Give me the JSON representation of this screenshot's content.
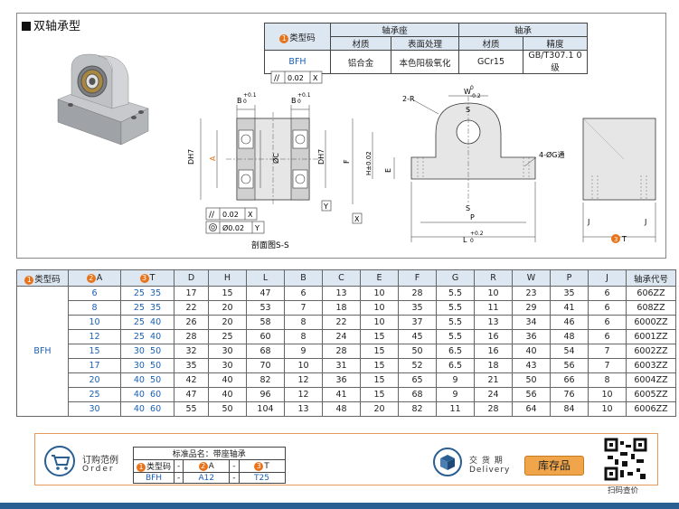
{
  "title": "双轴承型",
  "badges": {
    "one": "1",
    "two": "2",
    "three": "3"
  },
  "spec": {
    "type_code_label": "类型码",
    "housing": "轴承座",
    "bearing": "轴承",
    "material": "材质",
    "surface": "表面处理",
    "precision": "精度",
    "type_value": "BFH",
    "housing_material": "铝合金",
    "surface_value": "本色阳极氧化",
    "bearing_material": "GCr15",
    "precision_value": "GB/T307.1 0级"
  },
  "drawing": {
    "tol_flat": "0.02",
    "tol_perp": "0.02",
    "tol_conc": "Ø0.02",
    "datum_x": "X",
    "datum_y": "Y",
    "b_tol": "+0.1",
    "b_tol_zero": "0",
    "b_label": "B",
    "d_h7": "DH7",
    "dim_c": "ØC",
    "dim_a": "A",
    "section_label": "剖面图S-S",
    "r_label": "2-R",
    "w_label": "W",
    "w_tol": "-0.2",
    "w_tol_zero": "0",
    "s_label": "S",
    "g_label": "4-ØG通",
    "f_label": "F",
    "h_label": "H±0.02",
    "e_label": "E",
    "p_label": "P",
    "l_label": "L",
    "l_tol": "+0.2",
    "l_tol_zero": "0",
    "j_label": "J",
    "t_label": "T"
  },
  "table": {
    "headers": [
      "类型码",
      "A",
      "T",
      "D",
      "H",
      "L",
      "B",
      "C",
      "E",
      "F",
      "G",
      "R",
      "W",
      "P",
      "J",
      "轴承代号"
    ],
    "type_value": "BFH",
    "rows": [
      [
        "6",
        "25  35",
        "17",
        "15",
        "47",
        "6",
        "13",
        "10",
        "28",
        "5.5",
        "10",
        "23",
        "35",
        "6",
        "606ZZ"
      ],
      [
        "8",
        "25  35",
        "22",
        "20",
        "53",
        "7",
        "18",
        "10",
        "35",
        "5.5",
        "11",
        "29",
        "41",
        "6",
        "608ZZ"
      ],
      [
        "10",
        "25  40",
        "26",
        "20",
        "58",
        "8",
        "22",
        "10",
        "37",
        "5.5",
        "13",
        "34",
        "46",
        "6",
        "6000ZZ"
      ],
      [
        "12",
        "25  40",
        "28",
        "25",
        "60",
        "8",
        "24",
        "15",
        "45",
        "5.5",
        "16",
        "36",
        "48",
        "6",
        "6001ZZ"
      ],
      [
        "15",
        "30  50",
        "32",
        "30",
        "68",
        "9",
        "28",
        "15",
        "50",
        "6.5",
        "16",
        "40",
        "54",
        "7",
        "6002ZZ"
      ],
      [
        "17",
        "30  50",
        "35",
        "30",
        "70",
        "10",
        "31",
        "15",
        "52",
        "6.5",
        "18",
        "43",
        "56",
        "7",
        "6003ZZ"
      ],
      [
        "20",
        "40  50",
        "42",
        "40",
        "82",
        "12",
        "36",
        "15",
        "65",
        "9",
        "21",
        "50",
        "66",
        "8",
        "6004ZZ"
      ],
      [
        "25",
        "40  60",
        "47",
        "40",
        "96",
        "12",
        "41",
        "15",
        "68",
        "9",
        "24",
        "56",
        "76",
        "10",
        "6005ZZ"
      ],
      [
        "30",
        "40  60",
        "55",
        "50",
        "104",
        "13",
        "48",
        "20",
        "82",
        "11",
        "28",
        "64",
        "84",
        "10",
        "6006ZZ"
      ]
    ]
  },
  "order": {
    "title_cn": "订购范例",
    "title_en": "Order",
    "std_name": "标准品名：带座轴承",
    "type_label": "类型码",
    "a_label": "A",
    "t_label": "T",
    "dash": "-",
    "type_value": "BFH",
    "a_value": "A12",
    "t_value": "T25",
    "delivery_cn": "交 货 期",
    "delivery_en": "Delivery",
    "stock_label": "库存品",
    "scan_label": "扫码查价"
  },
  "colors": {
    "accent": "#e8731a",
    "blue": "#1a5fb4",
    "header_bg": "#dde7f2",
    "footer": "#2a5f93"
  }
}
